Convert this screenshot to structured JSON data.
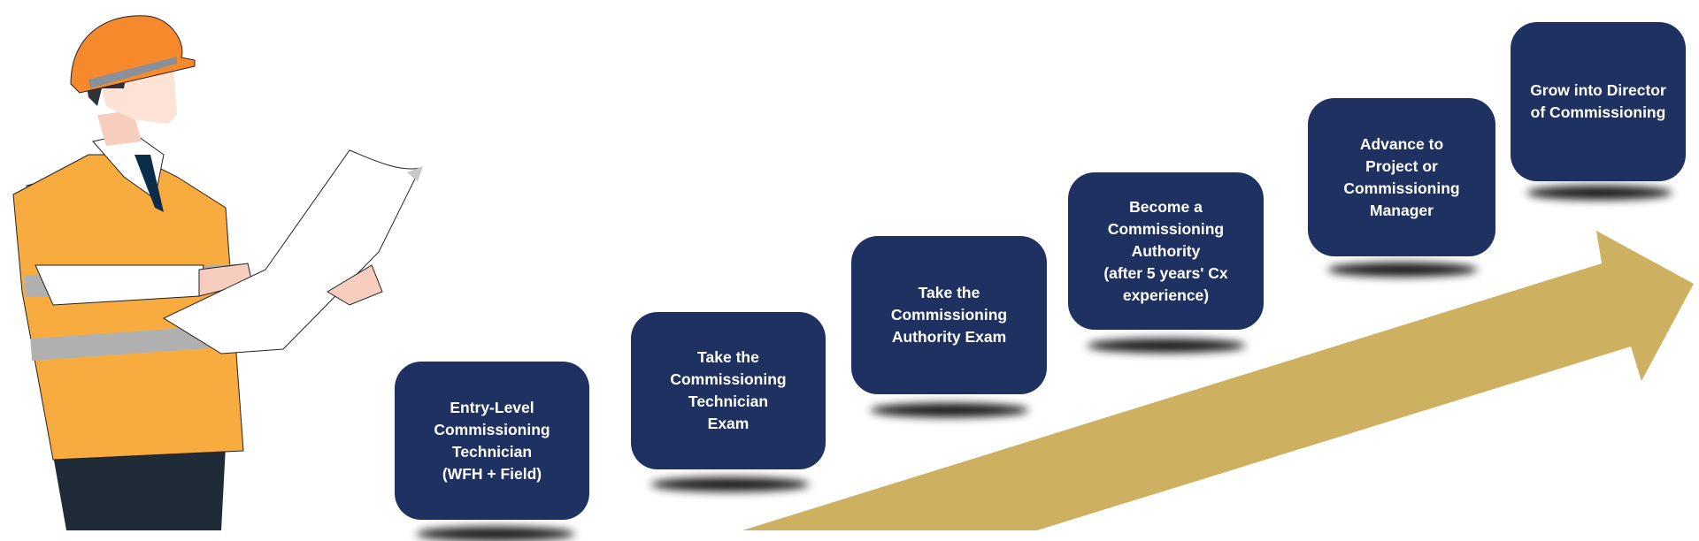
{
  "diagram": {
    "steps": [
      {
        "label": "Entry-Level\nCommissioning\nTechnician\n(WFH + Field)"
      },
      {
        "label": "Take the\nCommissioning\nTechnician\nExam"
      },
      {
        "label": "Take the\nCommissioning\nAuthority Exam"
      },
      {
        "label": "Become a\nCommissioning\nAuthority\n(after 5 years' Cx\nexperience)"
      },
      {
        "label": "Advance to\nProject or\nCommissioning\nManager"
      },
      {
        "label": "Grow into Director\nof Commissioning"
      }
    ],
    "colors": {
      "box": "#1F3160",
      "arrow": "#CDB160",
      "vest": "#F8AC3F",
      "helmet": "#F7892D"
    }
  }
}
